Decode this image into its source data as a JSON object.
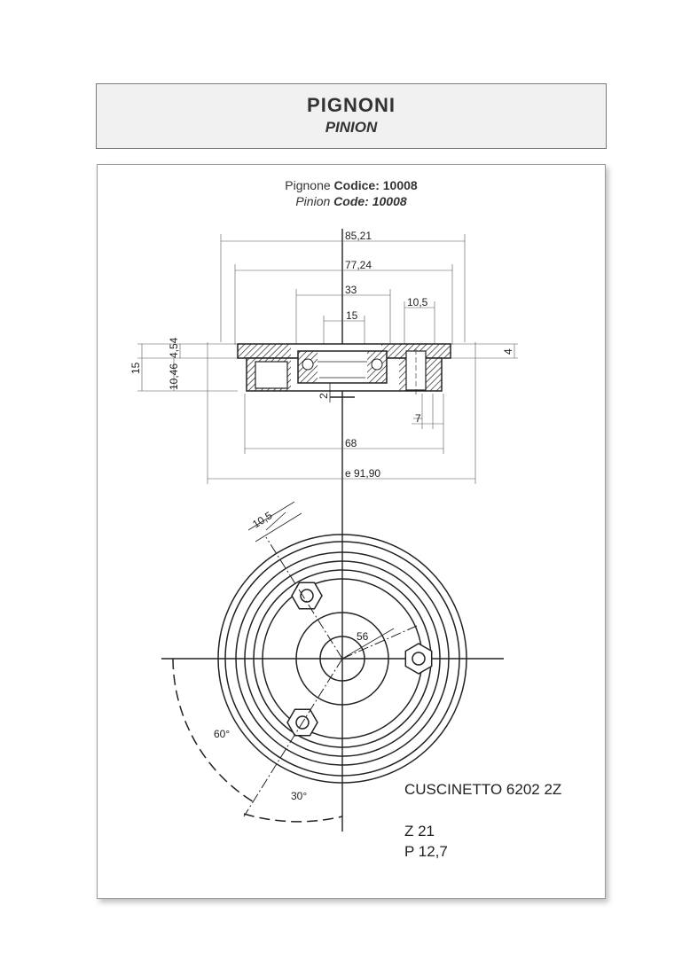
{
  "header": {
    "title": "PIGNONI",
    "subtitle": "PINION"
  },
  "code_line_it": {
    "prefix": "Pignone ",
    "label": "Codice: 10008"
  },
  "code_line_en": {
    "prefix": "Pinion ",
    "label": "Code: 10008"
  },
  "dimensions": {
    "d85": "85,21",
    "d77": "77,24",
    "d33": "33",
    "d15top": "15",
    "d10_5": "10,5",
    "d4_54": "4,54",
    "d10_46": "10,46",
    "d15left": "15",
    "d4right": "4",
    "d2": "2",
    "d7": "7",
    "d68": "68",
    "d91": "e 91,90",
    "d10_5b": "10,5",
    "d56": "56",
    "a60": "60°",
    "a30": "30°"
  },
  "specs": {
    "bearing": "CUSCINETTO 6202 2Z",
    "teeth": "Z 21",
    "pitch": "P 12,7"
  }
}
